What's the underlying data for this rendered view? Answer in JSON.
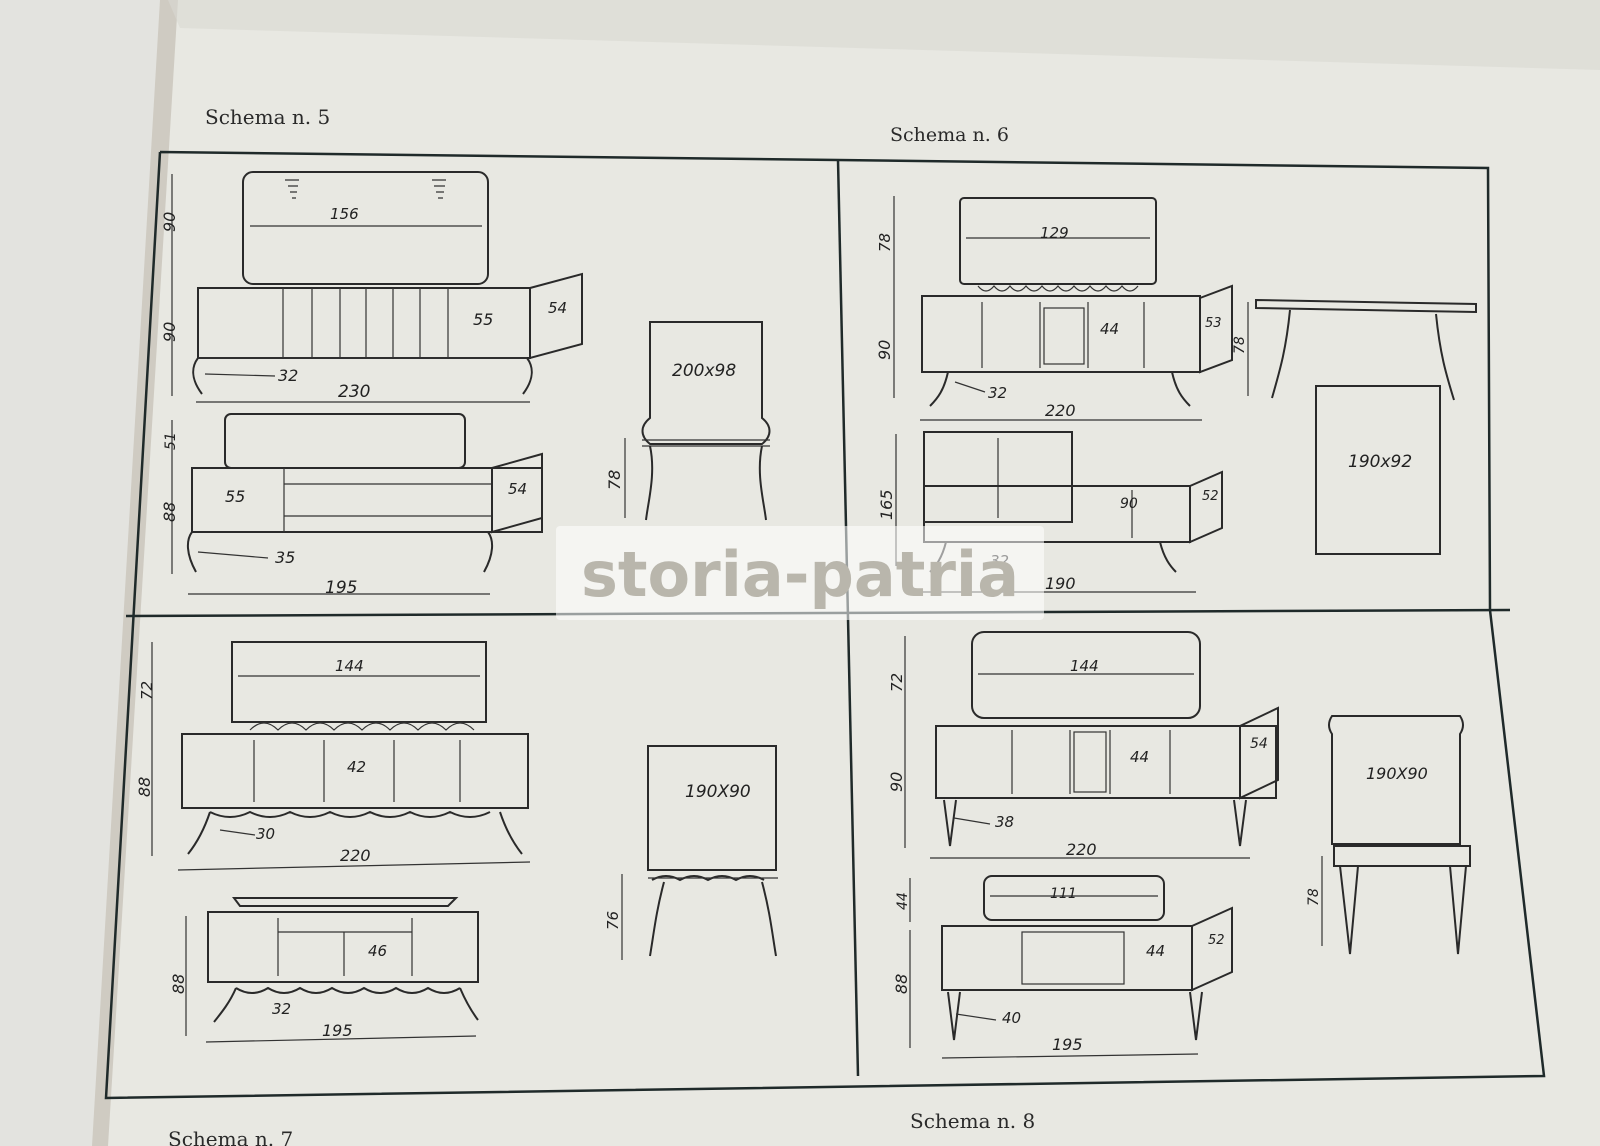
{
  "captions": {
    "schema5": "Schema n. 5",
    "schema6": "Schema n. 6",
    "schema7": "Schema n. 7",
    "schema8": "Schema n. 8"
  },
  "watermark": "storia-patria",
  "panel5": {
    "top": {
      "h_upper": "90",
      "mirror_w": "156",
      "h_lower": "90",
      "door_w": "55",
      "side_w": "54",
      "leg": "32",
      "width": "230"
    },
    "bottom": {
      "h_upper": "51",
      "h_lower": "88",
      "left_w": "55",
      "side_w": "54",
      "leg": "35",
      "width": "195"
    },
    "table": {
      "top": "200x98",
      "height": "78"
    }
  },
  "panel6": {
    "top": {
      "h_upper": "78",
      "mirror_w": "129",
      "h_lower": "90",
      "center_w": "44",
      "side_w": "53",
      "leg": "32",
      "width": "220"
    },
    "bottom": {
      "h": "165",
      "center_w": "90",
      "side_w": "52",
      "leg": "32",
      "width": "190"
    },
    "table": {
      "height": "78",
      "top": "190x92"
    }
  },
  "panel7": {
    "top": {
      "h_upper": "72",
      "mirror_w": "144",
      "h_lower": "88",
      "center_w": "42",
      "leg": "30",
      "width": "220"
    },
    "bottom": {
      "h": "88",
      "center_w": "46",
      "leg": "32",
      "width": "195"
    },
    "table": {
      "top": "190X90",
      "height": "76"
    }
  },
  "panel8": {
    "top": {
      "h_upper": "72",
      "mirror_w": "144",
      "h_lower": "90",
      "center_w": "44",
      "side_w": "54",
      "leg": "38",
      "width": "220"
    },
    "bottom": {
      "h_upper": "44",
      "mirror_w": "111",
      "h_lower": "88",
      "center_w": "44",
      "side_w": "52",
      "leg": "40",
      "width": "195"
    },
    "table": {
      "top": "190X90",
      "height": "78"
    }
  },
  "colors": {
    "paper": "#e9e9e4",
    "ink": "#2a2a2a",
    "margin": "#6b5a3a"
  }
}
